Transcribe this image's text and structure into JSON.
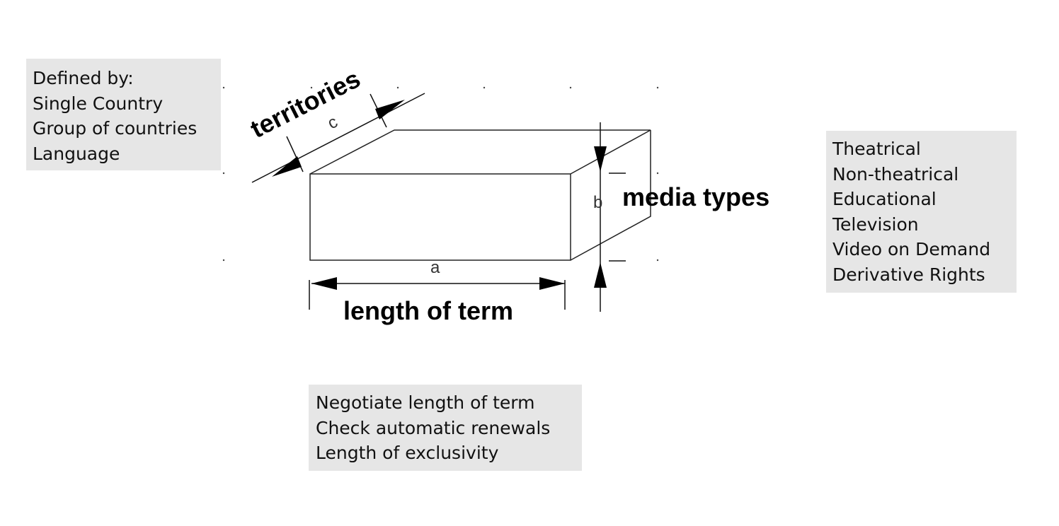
{
  "dimensions": {
    "territories": {
      "title": "territories",
      "letter": "c"
    },
    "media_types": {
      "title": "media types",
      "letter": "b"
    },
    "length_of_term": {
      "title": "length of term",
      "letter": "a"
    }
  },
  "notes": {
    "territories": {
      "lines": [
        "Defined by:",
        "Single Country",
        "Group of countries",
        "Language"
      ]
    },
    "media_types": {
      "lines": [
        "Theatrical",
        "Non-theatrical",
        "Educational",
        "Television",
        "Video on Demand",
        "Derivative Rights"
      ]
    },
    "length_of_term": {
      "lines": [
        "Negotiate length of term",
        "Check automatic renewals",
        "Length of exclusivity"
      ]
    }
  },
  "colors": {
    "note_background": "#e6e6e6",
    "ink": "#000000"
  }
}
